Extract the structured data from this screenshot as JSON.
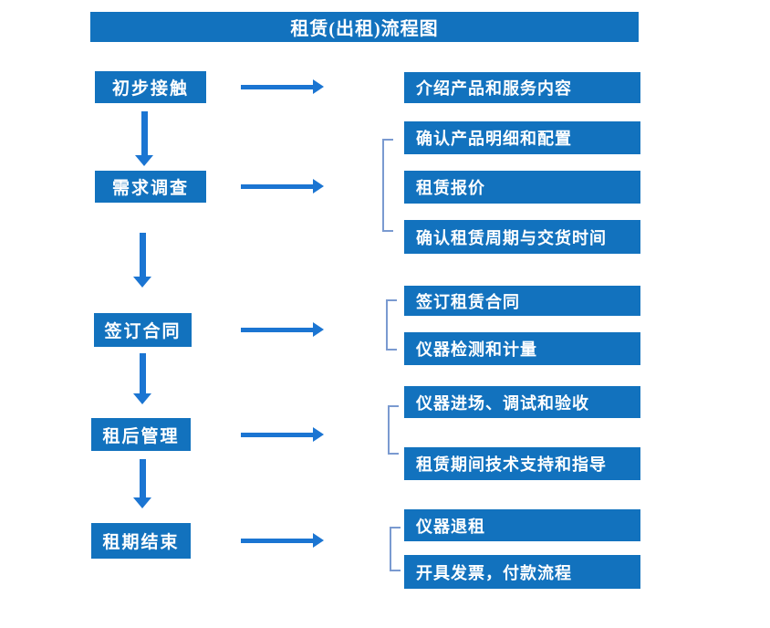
{
  "title": "租赁(出租)流程图",
  "colors": {
    "box_blue": "#1272BE",
    "arrow_blue": "#1B75D2",
    "bracket_blue": "#7A9AD0",
    "text_white": "#FFFFFF"
  },
  "stages": [
    {
      "label": "初步接触",
      "outputs": [
        "介绍产品和服务内容"
      ]
    },
    {
      "label": "需求调查",
      "outputs": [
        "确认产品明细和配置",
        "租赁报价",
        "确认租赁周期与交货时间"
      ]
    },
    {
      "label": "签订合同",
      "outputs": [
        "签订租赁合同",
        "仪器检测和计量"
      ]
    },
    {
      "label": "租后管理",
      "outputs": [
        "仪器进场、调试和验收",
        "租赁期间技术支持和指导"
      ]
    },
    {
      "label": "租期结束",
      "outputs": [
        "仪器退租",
        "开具发票，付款流程"
      ]
    }
  ]
}
